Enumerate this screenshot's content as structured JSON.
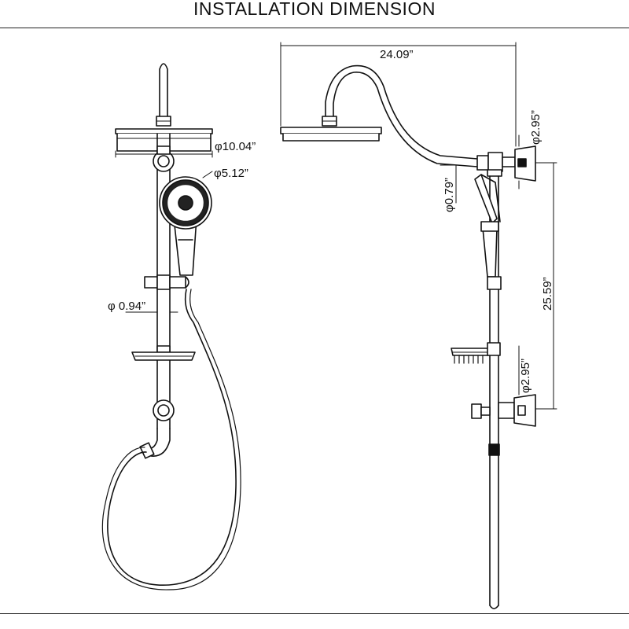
{
  "title": "INSTALLATION DIMENSION",
  "dimensions": {
    "rain_head_diameter": "φ10.04”",
    "handheld_diameter": "φ5.12”",
    "pipe_diameter": "φ 0.94”",
    "arm_reach": "24.09”",
    "wall_mount_upper": "φ2.95”",
    "arm_diameter": "φ0.79”",
    "mount_spacing": "25.59”",
    "wall_mount_lower": "φ2.95”"
  }
}
